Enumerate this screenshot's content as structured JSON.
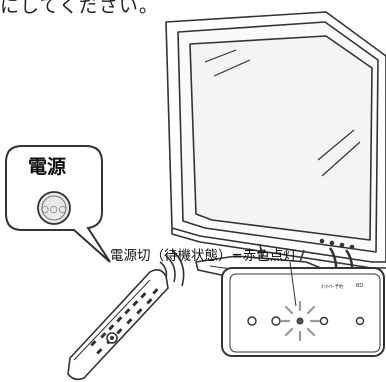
{
  "document": {
    "top_text": "にしてください。",
    "remote_button_label": "電源",
    "remote_button_dots": "○○○",
    "caption": "電源切（待機状態）=赤色点灯",
    "panel_label_small": "ｵﾝﾀｲﾏｰ予約",
    "panel_label_bd": "BD"
  },
  "colors": {
    "line": "#333333",
    "screen_fill": "#f4f4f4",
    "callout_fill": "#ffffff",
    "led_glow": "#9a9a9a"
  },
  "icons": [
    "tv-illustration",
    "remote-control-illustration",
    "power-button-callout",
    "front-panel-callout",
    "led-glow-icon"
  ]
}
